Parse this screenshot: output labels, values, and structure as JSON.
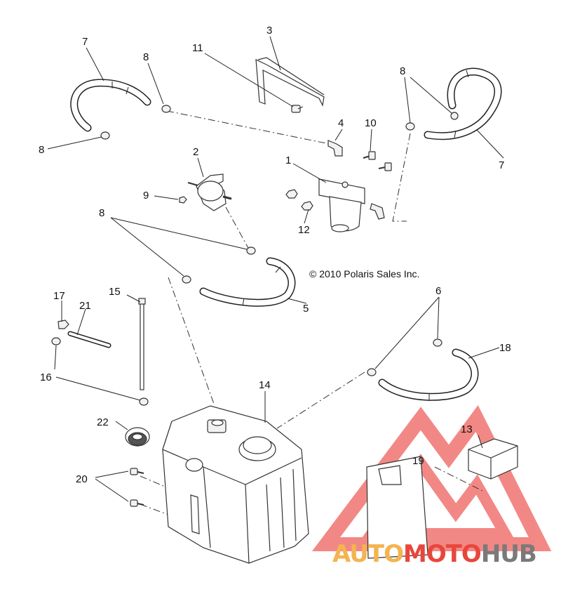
{
  "copyright": "© 2010 Polaris Sales Inc.",
  "watermark": {
    "part1": "AUTO",
    "part2": "MOTO",
    "part3": "HUB",
    "color_orange": "#f3b451",
    "color_red": "#e8463c",
    "color_gray": "#7a7a7a",
    "triangle_color": "#f07470"
  },
  "callouts": {
    "c1": "1",
    "c2": "2",
    "c3": "3",
    "c4": "4",
    "c5": "5",
    "c6": "6",
    "c7a": "7",
    "c7b": "7",
    "c8a": "8",
    "c8b": "8",
    "c8c": "8",
    "c8d": "8",
    "c9": "9",
    "c10": "10",
    "c11": "11",
    "c12": "12",
    "c13": "13",
    "c14": "14",
    "c15": "15",
    "c16": "16",
    "c17": "17",
    "c18": "18",
    "c19": "19",
    "c20": "20",
    "c21": "21",
    "c22": "22"
  }
}
